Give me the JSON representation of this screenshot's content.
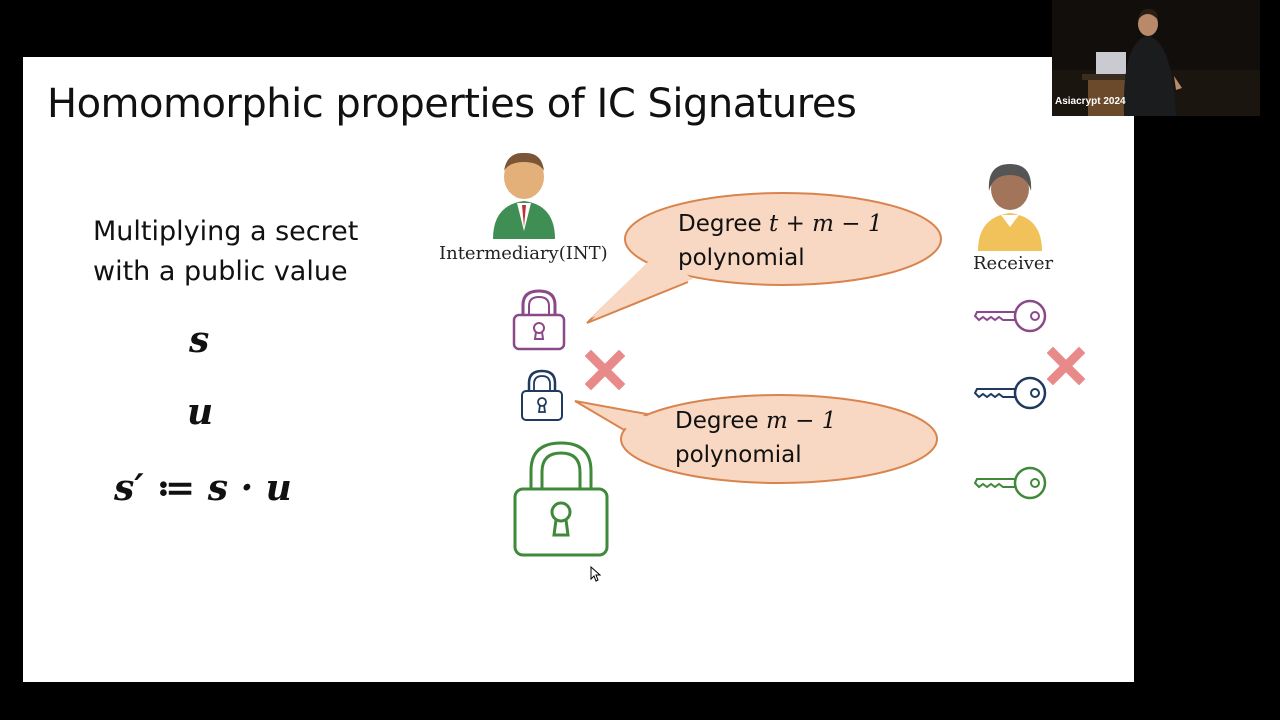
{
  "slide": {
    "title": "Homomorphic properties of IC Signatures",
    "subtitle_line1": "Multiplying a secret",
    "subtitle_line2": "with a public value",
    "math": {
      "s": "s",
      "u": "u",
      "product": "s′ ≔ s · u"
    },
    "intermediary_label": "Intermediary(INT)",
    "receiver_label": "Receiver",
    "bubble_top": {
      "prefix": "Degree",
      "formula": "t + m − 1",
      "line2": "polynomial"
    },
    "bubble_bottom": {
      "prefix": "Degree",
      "formula": "m − 1",
      "line2": "polynomial"
    }
  },
  "video": {
    "overlay_text": "Asiacrypt 2024"
  },
  "colors": {
    "purple": "#8a4a8a",
    "navy": "#1f3a5f",
    "green": "#3f8a3a",
    "cross": "#e98a8a",
    "bubble": "#f8d8c2",
    "bubble_border": "#d9844e"
  },
  "icons": [
    "person-intermediary-icon",
    "person-receiver-icon",
    "padlock-icon",
    "key-icon",
    "cross-icon",
    "mouse-cursor-icon"
  ]
}
